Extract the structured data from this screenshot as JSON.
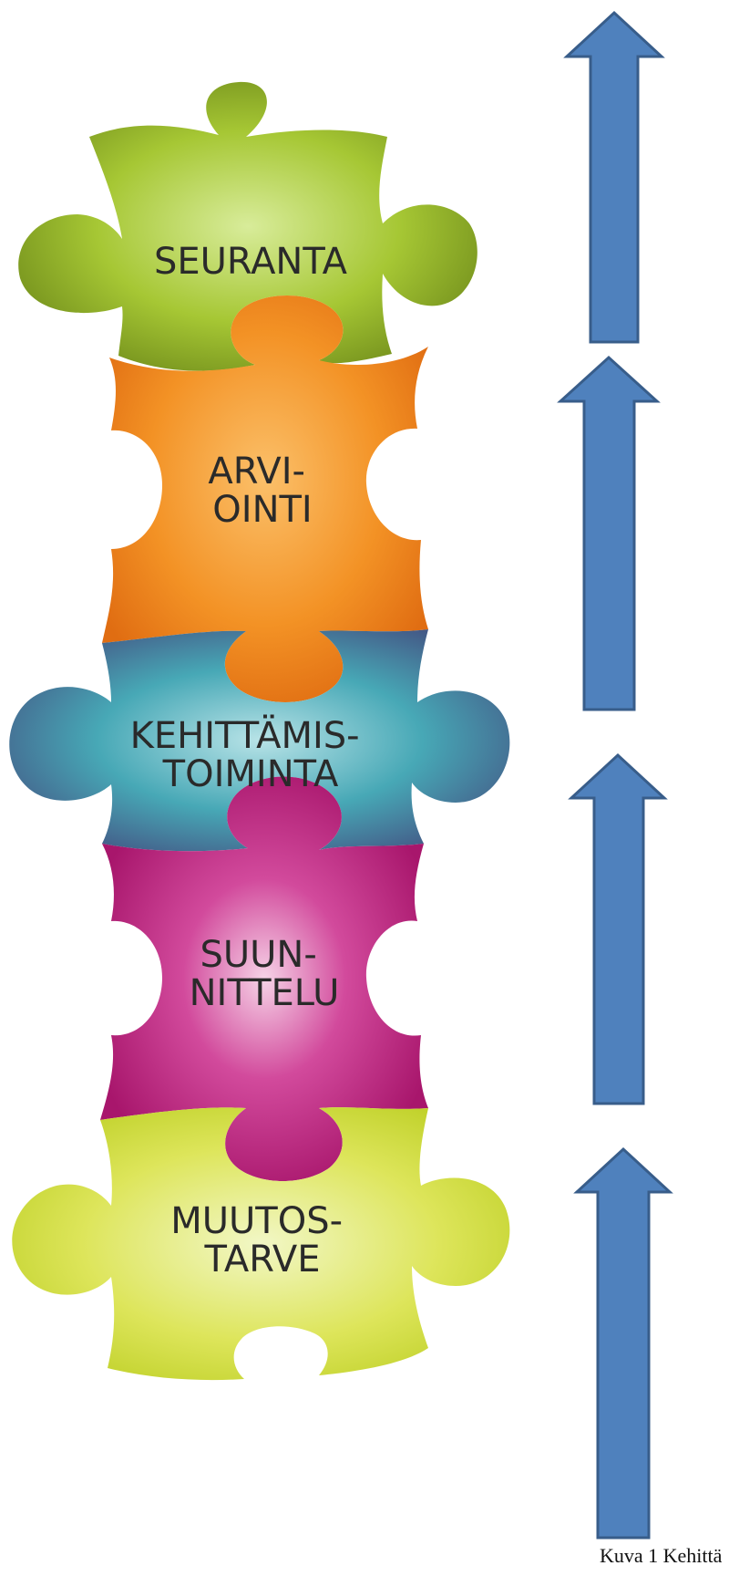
{
  "pieces": [
    {
      "id": "seuranta",
      "lines": [
        "SEURANTA"
      ],
      "color": "#9bbf2a",
      "light": "#cfe58a",
      "dark": "#6e8a1a"
    },
    {
      "id": "arviointi",
      "lines": [
        "ARVI-",
        "OINTI"
      ],
      "color": "#f28c22",
      "light": "#fbc06a",
      "dark": "#e06d12"
    },
    {
      "id": "kehittamistoiminta",
      "lines": [
        "KEHITTÄMIS-",
        "TOIMINTA"
      ],
      "color": "#3f9fae",
      "light": "#a6dbe0",
      "dark": "#4c4f80"
    },
    {
      "id": "suunnittelu",
      "lines": [
        "SUUN-",
        "NITTELU"
      ],
      "color": "#c4318a",
      "light": "#f1c3df",
      "dark": "#a81c6f"
    },
    {
      "id": "muutostarve",
      "lines": [
        "MUUTOS-",
        "TARVE"
      ],
      "color": "#d6e04a",
      "light": "#eef5b3",
      "dark": "#c2d32a"
    }
  ],
  "arrows": {
    "count": 4,
    "fill": "#4f81bd",
    "stroke": "#385d8a"
  },
  "caption": "Kuva 1 Kehittä"
}
